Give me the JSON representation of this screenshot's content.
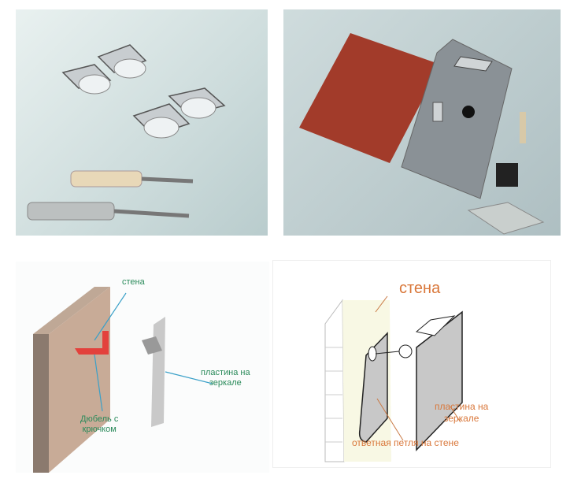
{
  "panels": {
    "diagram_left": {
      "wall_label": "стена",
      "plate_label_line1": "пластина на",
      "plate_label_line2": "зеркале",
      "dowel_label_line1": "Дюбель с",
      "dowel_label_line2": "крючком",
      "label_color": "#2a8a5a"
    },
    "diagram_right": {
      "wall_label": "стена",
      "plate_label_line1": "пластина на",
      "plate_label_line2": "зеркале",
      "loop_label": "ответная петля на стене",
      "label_color": "#d9773a"
    }
  }
}
